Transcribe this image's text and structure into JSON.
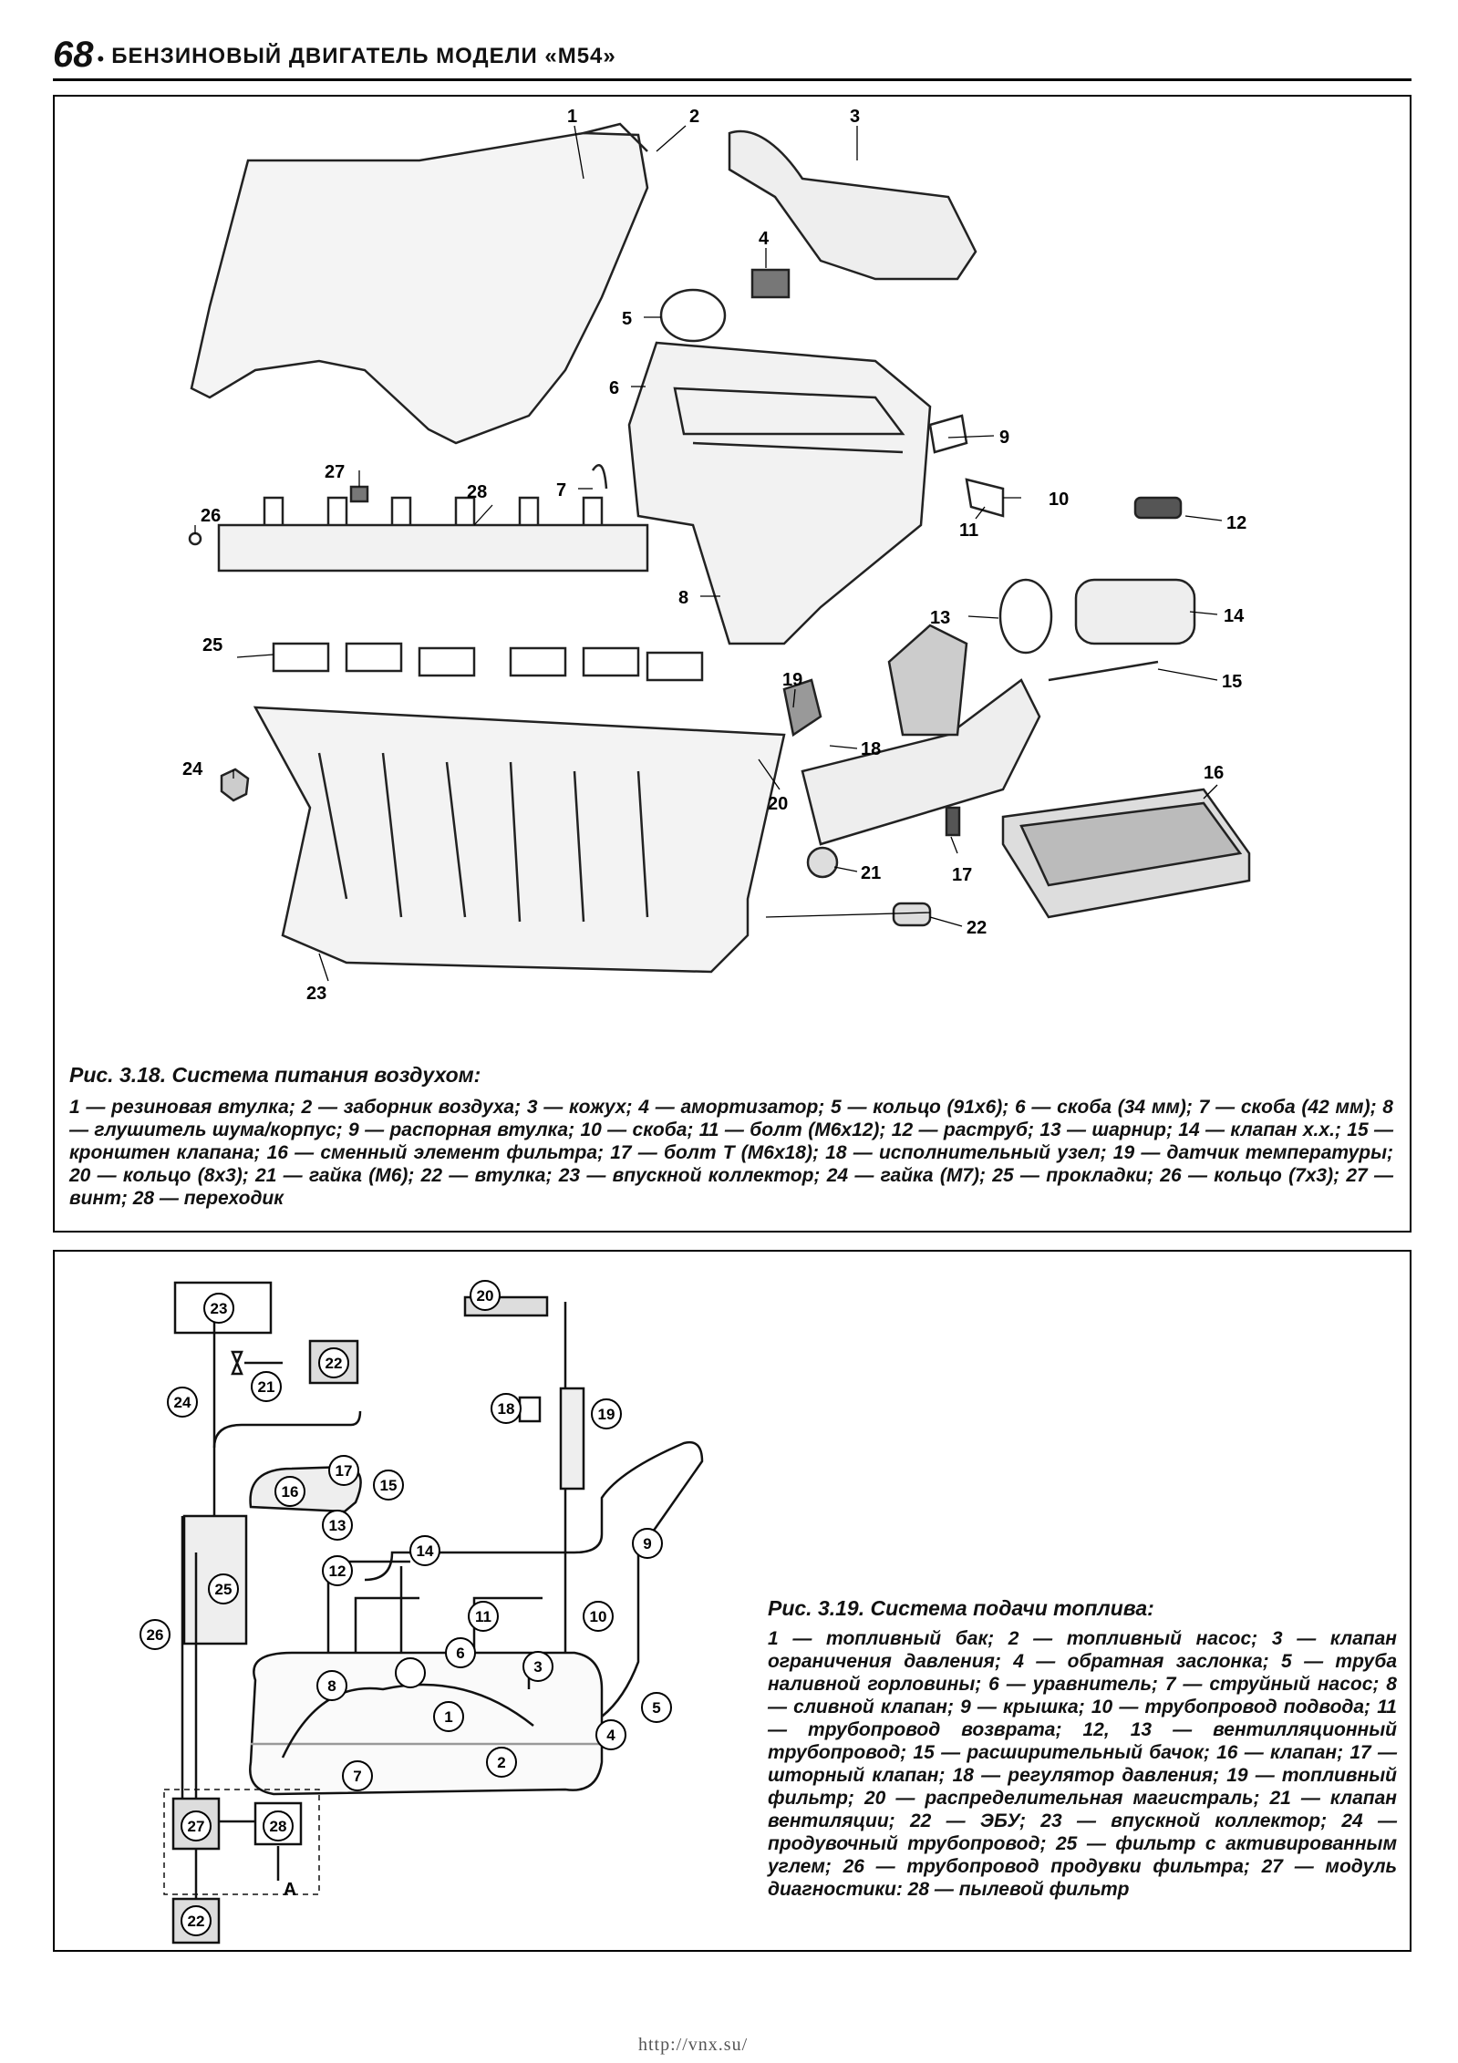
{
  "header": {
    "page_number": "68",
    "bullet": "•",
    "title": "БЕНЗИНОВЫЙ ДВИГАТЕЛЬ МОДЕЛИ «М54»"
  },
  "figure1": {
    "caption_title": "Рис. 3.18. Система питания воздухом:",
    "caption_text": "1 — резиновая втулка; 2 — заборник воздуха; 3 — кожух; 4 — амортизатор; 5 — кольцо (91x6); 6 — скоба (34 мм); 7 — скоба (42 мм); 8 — глушитель шума/корпус; 9 — распорная втулка; 10 — скоба; 11 — болт (М6x12); 12 — раструб; 13 — шарнир; 14 — клапан х.х.; 15 — кронштен клапана; 16 — сменный элемент фильтра; 17 — болт Т (М6x18); 18 — исполнительный узел; 19 — датчик температуры; 20 — кольцо (8x3); 21 — гайка (М6); 22 — втулка; 23 — впускной коллектор; 24 — гайка (М7); 25 — прокладки; 26 — кольцо (7x3); 27 — винт; 28 — переходик",
    "labels": [
      "1",
      "2",
      "3",
      "4",
      "5",
      "6",
      "7",
      "8",
      "9",
      "10",
      "11",
      "12",
      "13",
      "14",
      "15",
      "16",
      "17",
      "18",
      "19",
      "20",
      "21",
      "22",
      "23",
      "24",
      "25",
      "26",
      "27",
      "28"
    ]
  },
  "figure2": {
    "caption_title": "Рис. 3.19. Система подачи топлива:",
    "caption_text": "1 — топливный бак; 2 — топливный насос; 3 — клапан ограничения давления; 4 — обратная заслонка; 5 — труба наливной горловины; 6 — уравнитель; 7 — струйный насос; 8 — сливной клапан; 9 — крышка; 10 — трубопровод подвода; 11 — трубопровод возврата; 12, 13 — вентилляционный трубопровод; 15 — расширительный бачок; 16 — клапан; 17 — шторный клапан; 18 — регулятор давления; 19 — топливный фильтр; 20 — распределительная магистраль; 21 — клапан вентиляции; 22 — ЭБУ; 23 — впускной коллектор; 24 — продувочный трубопровод; 25 — фильтр с активированным углем; 26 — трубопровод продувки фильтра; 27 — модуль диагностики: 28 — пылевой фильтр",
    "labels": [
      "1",
      "2",
      "3",
      "4",
      "5",
      "6",
      "7",
      "8",
      "9",
      "10",
      "11",
      "12",
      "13",
      "14",
      "15",
      "16",
      "17",
      "18",
      "19",
      "20",
      "21",
      "22",
      "23",
      "24",
      "25",
      "26",
      "27",
      "28",
      "22"
    ],
    "arrow_label": "A"
  },
  "footer": {
    "url": "http://vnx.su/"
  }
}
